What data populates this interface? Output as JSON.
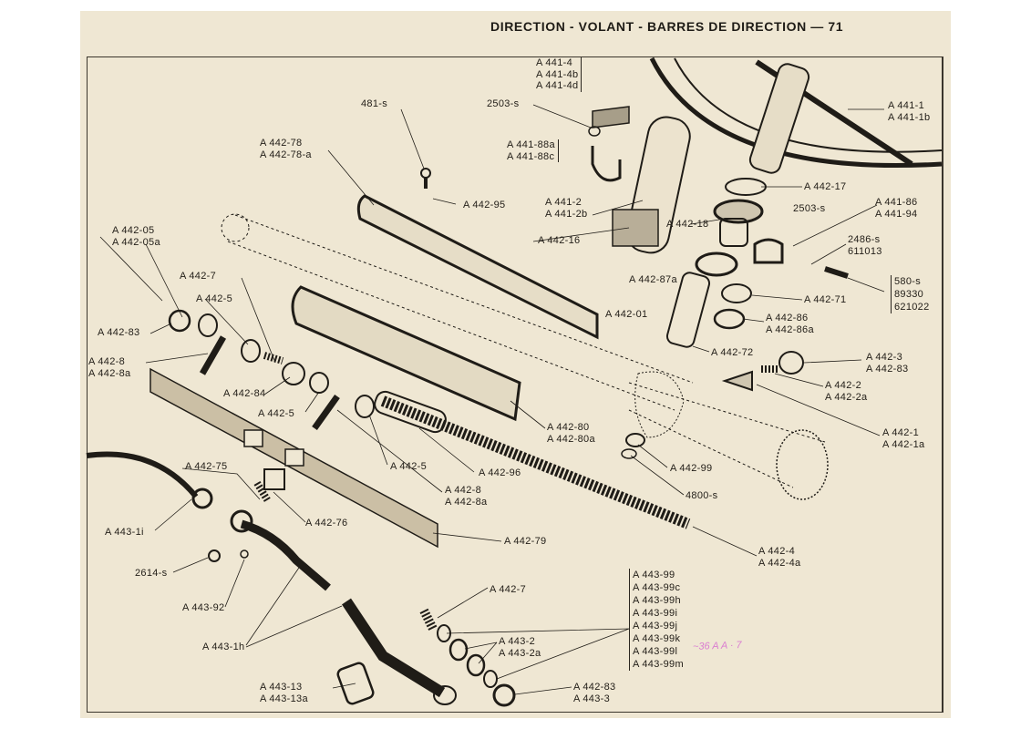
{
  "header": "DIRECTION - VOLANT - BARRES DE DIRECTION — 71",
  "labels": {
    "a441_4": [
      "A 441-4",
      "A 441-4b",
      "A 441-4d"
    ],
    "s481": [
      "481-s"
    ],
    "s2503a": [
      "2503-s"
    ],
    "a441_88": [
      "A 441-88a",
      "A 441-88c"
    ],
    "a441_1": [
      "A 441-1",
      "A 441-1b"
    ],
    "a442_78": [
      "A 442-78",
      "A 442-78-a"
    ],
    "a442_95": [
      "A 442-95"
    ],
    "a442_17": [
      "A 442-17"
    ],
    "a441_2": [
      "A 441-2",
      "A 441-2b"
    ],
    "a442_18": [
      "A 442-18"
    ],
    "s2503b": [
      "2503-s"
    ],
    "a441_86": [
      "A 441-86",
      "A 441-94"
    ],
    "a442_16": [
      "A 442-16"
    ],
    "s2486": [
      "2486-s",
      "611013"
    ],
    "a442_05": [
      "A 442-05",
      "A 442-05a"
    ],
    "a442_87a": [
      "A 442-87a"
    ],
    "s580": [
      "580-s",
      "89330",
      "621022"
    ],
    "a442_7": [
      "A 442-7"
    ],
    "a442_5a": [
      "A 442-5"
    ],
    "a442_71": [
      "A 442-71"
    ],
    "a442_01": [
      "A 442-01"
    ],
    "a442_86": [
      "A 442-86",
      "A 442-86a"
    ],
    "a442_83a": [
      "A 442-83"
    ],
    "a442_72": [
      "A 442-72"
    ],
    "a442_3": [
      "A 442-3",
      "A 442-83"
    ],
    "a442_8a": [
      "A 442-8",
      "A 442-8a"
    ],
    "a442_2": [
      "A 442-2",
      "A 442-2a"
    ],
    "a442_84": [
      "A 442-84"
    ],
    "a442_5b": [
      "A 442-5"
    ],
    "a442_80": [
      "A 442-80",
      "A 442-80a"
    ],
    "a442_1": [
      "A 442-1",
      "A 442-1a"
    ],
    "a442_5c": [
      "A 442-5"
    ],
    "a442_99": [
      "A 442-99"
    ],
    "a442_96": [
      "A 442-96"
    ],
    "a442_75": [
      "A 442-75"
    ],
    "a442_8b": [
      "A 442-8",
      "A 442-8a"
    ],
    "s4800": [
      "4800-s"
    ],
    "a442_76": [
      "A 442-76"
    ],
    "a443_1i": [
      "A 443-1i"
    ],
    "a442_79": [
      "A 442-79"
    ],
    "a442_4": [
      "A 442-4",
      "A 442-4a"
    ],
    "s2614": [
      "2614-s"
    ],
    "a443_99": [
      "A 443-99",
      "A 443-99c",
      "A 443-99h",
      "A 443-99i",
      "A 443-99j",
      "A 443-99k",
      "A 443-99l",
      "A 443-99m"
    ],
    "a442_7b": [
      "A 442-7"
    ],
    "a443_92": [
      "A 443-92"
    ],
    "a443_2": [
      "A 443-2",
      "A 443-2a"
    ],
    "a443_1h": [
      "A 443-1h"
    ],
    "a443_13": [
      "A 443-13",
      "A 443-13a"
    ],
    "a442_83b": [
      "A 442-83",
      "A 443-3"
    ]
  },
  "handwritten_note": "~36 A A · 7"
}
